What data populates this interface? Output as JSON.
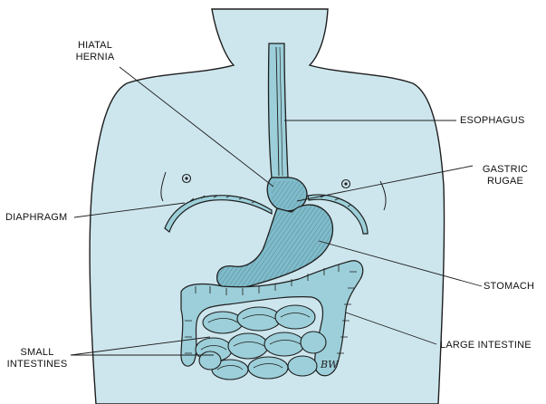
{
  "colors": {
    "skin": "#cde6ee",
    "organ": "#9ccfd9",
    "organ_dark": "#7fbccb",
    "outline": "#1e1e1e"
  },
  "labels": {
    "hiatal_hernia": "HIATAL\nHERNIA",
    "esophagus": "ESOPHAGUS",
    "gastric_rugae": "GASTRIC\nRUGAE",
    "diaphragm": "DIAPHRAGM",
    "stomach": "STOMACH",
    "small_intestines": "SMALL\nINTESTINES",
    "large_intestine": "LARGE INTESTINE",
    "signature": "BW"
  }
}
